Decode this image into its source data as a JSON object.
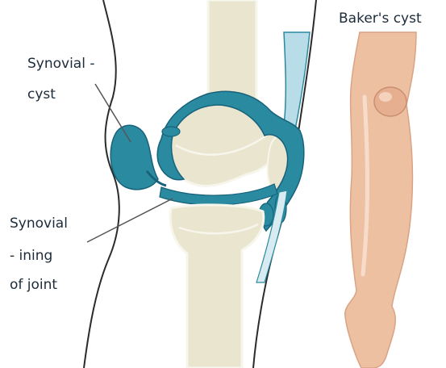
{
  "labels": {
    "synovial_cyst_line1": "Synovial -",
    "synovial_cyst_line2": "cyst",
    "synovial_lining_line1": "Synovial",
    "synovial_lining_line2": "- ining",
    "synovial_lining_line3": "of joint",
    "bakers_cyst": "Baker's cyst"
  },
  "colors": {
    "bone": "#e9e5cf",
    "bone_outline": "#f7f6ec",
    "synovium": "#2a8aa0",
    "synovium_dark": "#17627a",
    "skin": "#eec0a2",
    "skin_shadow": "#d9a384",
    "outline": "#2b2b2b",
    "leader_line": "#555555"
  }
}
